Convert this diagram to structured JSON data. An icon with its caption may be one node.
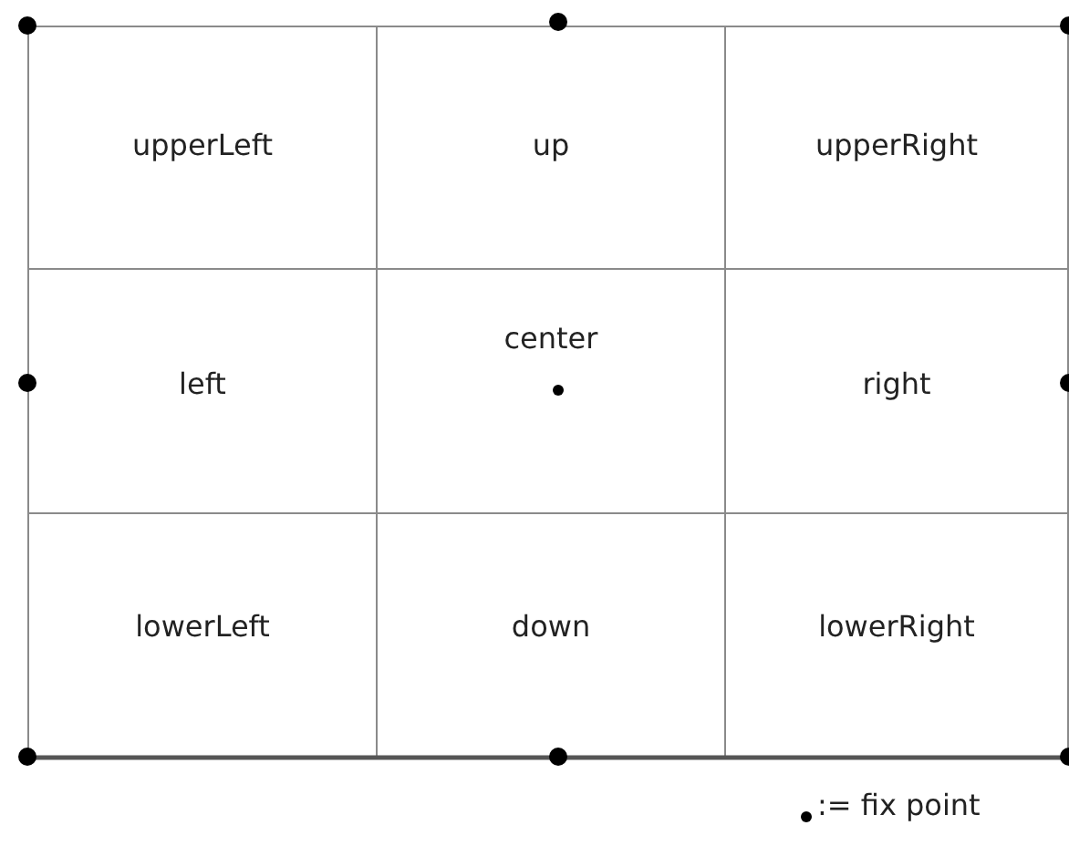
{
  "diagram": {
    "nodes": [
      {
        "text": [
          "upperLeft"
        ]
      },
      {
        "text": [
          "up"
        ]
      },
      {
        "text": [
          "upperRight"
        ]
      },
      {
        "text": [
          "left"
        ]
      },
      {
        "text": [
          "center"
        ]
      },
      {
        "text": [
          "right"
        ]
      },
      {
        "text": [
          "lowerLeft"
        ]
      },
      {
        "text": [
          "down"
        ]
      },
      {
        "text": [
          "lowerRight"
        ]
      }
    ],
    "legend": [
      {
        "text": ":= fix point"
      }
    ]
  }
}
